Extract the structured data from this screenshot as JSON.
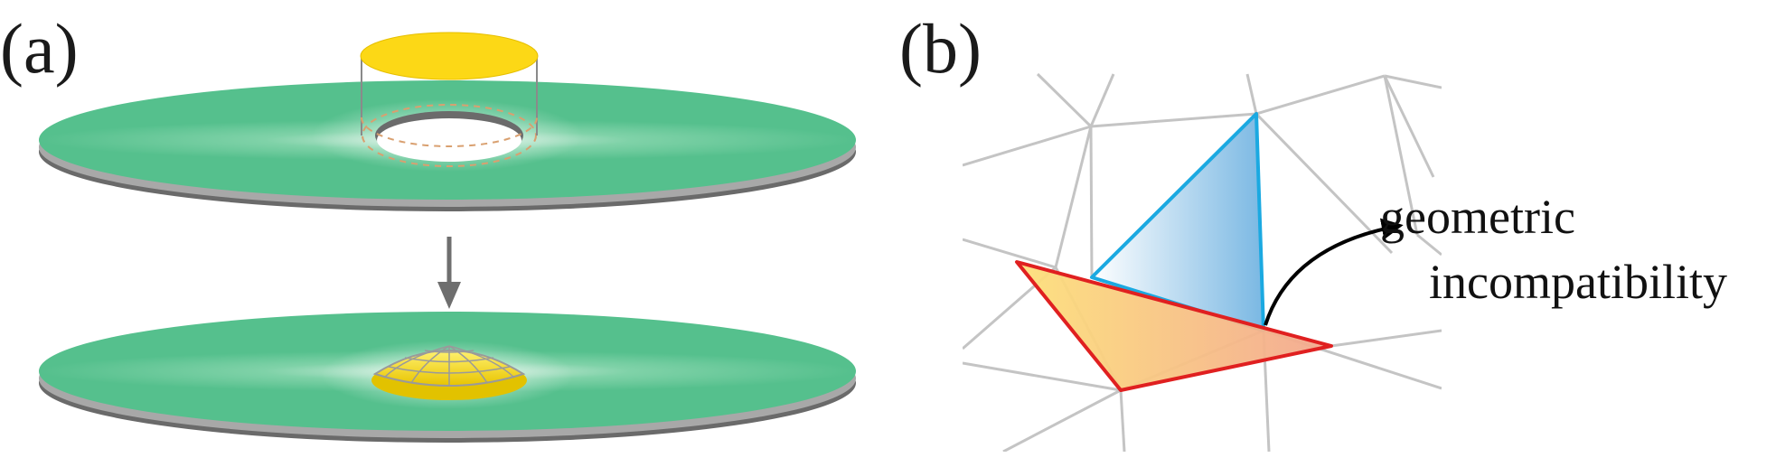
{
  "panel_a": {
    "label": "(a)"
  },
  "panel_b": {
    "label": "(b)",
    "annotation_line1": "geometric",
    "annotation_line2": "incompatibility"
  },
  "colors": {
    "disk_green": "#5cc694",
    "disk_edge": "#666666",
    "inclusion_yellow": "#fcd816",
    "mesh_gray": "#c4c4c4",
    "triangle_blue": "#1ba9e1",
    "triangle_red": "#e02020",
    "arrow_gray": "#6e6e6e"
  }
}
